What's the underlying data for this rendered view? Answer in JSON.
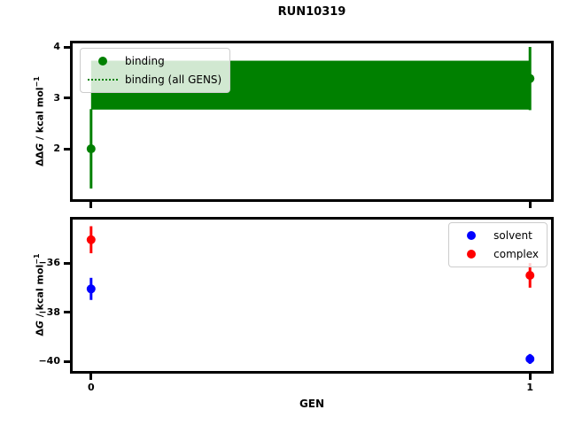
{
  "title": "RUN10319",
  "accent_colors": {
    "binding": "#008000",
    "solvent": "#0000ff",
    "complex": "#ff0000",
    "spine": "#000000",
    "legend_border": "#cccccc"
  },
  "chart_data": [
    {
      "type": "errorbar",
      "panel": "top",
      "ylabel": {
        "delta": "ΔΔ",
        "sym": "G",
        "unit": " / kcal mol",
        "sup": "−1"
      },
      "xlim": [
        -0.042,
        1.048
      ],
      "ylim": [
        1.01,
        4.07
      ],
      "yticks": [
        4,
        3,
        2
      ],
      "ytick_labels": [
        "4",
        "3",
        "2"
      ],
      "xticks": [
        0,
        1
      ],
      "xtick_labels": null,
      "grid": false,
      "series": [
        {
          "name": "binding",
          "color": "#008000",
          "x": [
            0,
            1
          ],
          "y": [
            2.0,
            3.38
          ],
          "yerr": [
            0.78,
            0.62
          ]
        }
      ],
      "band": {
        "name": "binding (all GENS)",
        "color": "#008000",
        "x": [
          0,
          1
        ],
        "center": 3.25,
        "low": 2.77,
        "high": 3.73,
        "line_style": "dotted"
      },
      "legend": {
        "position": "upper-left",
        "items": [
          {
            "label": "binding",
            "glyph": "dot",
            "color": "#008000"
          },
          {
            "label": "binding (all GENS)",
            "glyph": "dotted-line",
            "color": "#008000"
          }
        ]
      }
    },
    {
      "type": "errorbar",
      "panel": "bottom",
      "ylabel": {
        "delta": "Δ",
        "sym": "G",
        "unit": " / kcal mol",
        "sup": "−1"
      },
      "xlabel": "GEN",
      "xlim": [
        -0.042,
        1.048
      ],
      "ylim": [
        -40.39,
        -34.23
      ],
      "yticks": [
        -36,
        -38,
        -40
      ],
      "ytick_labels": [
        "−36",
        "−38",
        "−40"
      ],
      "xticks": [
        0,
        1
      ],
      "xtick_labels": [
        "0",
        "1"
      ],
      "grid": false,
      "series": [
        {
          "name": "solvent",
          "color": "#0000ff",
          "x": [
            0,
            1
          ],
          "y": [
            -37.05,
            -39.9
          ],
          "yerr": [
            0.45,
            0.2
          ]
        },
        {
          "name": "complex",
          "color": "#ff0000",
          "x": [
            0,
            1
          ],
          "y": [
            -35.05,
            -36.5
          ],
          "yerr": [
            0.55,
            0.5
          ]
        }
      ],
      "band": null,
      "legend": {
        "position": "upper-right",
        "items": [
          {
            "label": "solvent",
            "glyph": "dot",
            "color": "#0000ff"
          },
          {
            "label": "complex",
            "glyph": "dot",
            "color": "#ff0000"
          }
        ]
      }
    }
  ]
}
